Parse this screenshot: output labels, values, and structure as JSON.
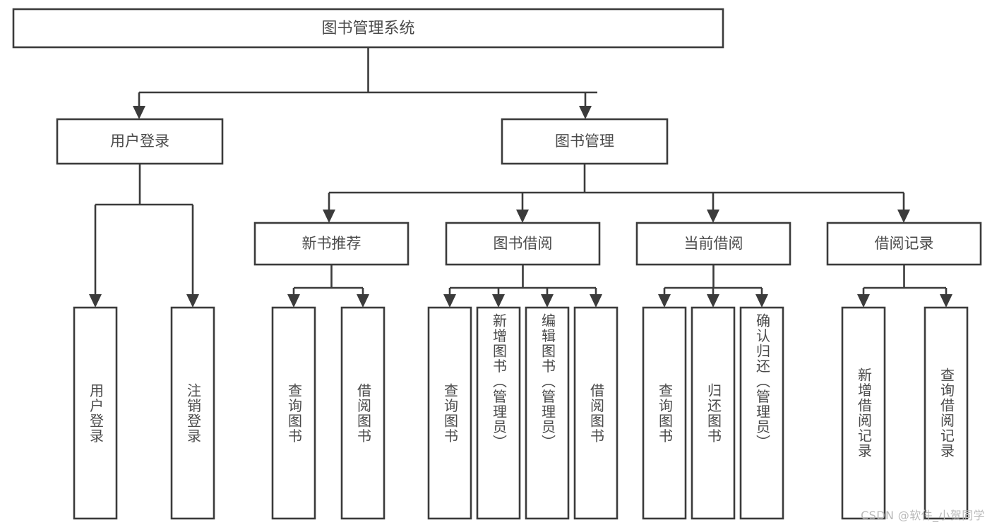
{
  "diagram": {
    "title": "图书管理系统",
    "type": "tree",
    "orientation": "top-down",
    "watermark": "CSDN @软件_小贺同学",
    "colors": {
      "stroke": "#3b3b3b",
      "box_fill": "#ffffff",
      "text": "#4a4a4a",
      "background": "#ffffff",
      "watermark": "#b9b9b9"
    },
    "root": {
      "label": "图书管理系统",
      "level": 0
    },
    "level2": [
      {
        "label": "用户登录"
      },
      {
        "label": "图书管理"
      }
    ],
    "level3": [
      {
        "label": "新书推荐"
      },
      {
        "label": "图书借阅"
      },
      {
        "label": "当前借阅"
      },
      {
        "label": "借阅记录"
      }
    ],
    "leaves": {
      "user_login": [
        {
          "label": "用户登录"
        },
        {
          "label": "注销登录"
        }
      ],
      "new_book": [
        {
          "label": "查询图书"
        },
        {
          "label": "借阅图书"
        }
      ],
      "book_borrow": [
        {
          "label": "查询图书"
        },
        {
          "label": "新增图书（管理员）"
        },
        {
          "label": "编辑图书（管理员）"
        },
        {
          "label": "借阅图书"
        }
      ],
      "current_borrow": [
        {
          "label": "查询图书"
        },
        {
          "label": "归还图书"
        },
        {
          "label": "确认归还（管理员）"
        }
      ],
      "borrow_record": [
        {
          "label": "新增借阅记录"
        },
        {
          "label": "查询借阅记录"
        }
      ]
    }
  }
}
